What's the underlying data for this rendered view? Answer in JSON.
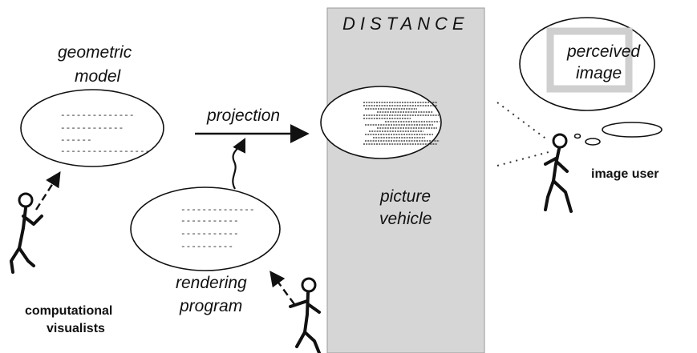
{
  "diagram": {
    "distance_label": "DISTANCE",
    "geometric_model": {
      "line1": "geometric",
      "line2": "model"
    },
    "projection_label": "projection",
    "picture_vehicle": {
      "line1": "picture",
      "line2": "vehicle"
    },
    "perceived_image": {
      "line1": "perceived",
      "line2": "image"
    },
    "image_user_label": "image user",
    "rendering_program": {
      "line1": "rendering",
      "line2": "program"
    },
    "computational_visualists": {
      "line1": "computational",
      "line2": "visualists"
    },
    "model_code_lines": [
      "--------------",
      "------------",
      "------",
      "-----------------"
    ],
    "program_code_lines": [
      "--------------",
      "-----------",
      "-----------",
      "----------"
    ],
    "colors": {
      "distance_band": "#d6d6d6",
      "perceived_frame": "#cfcfcf",
      "ink": "#111111"
    }
  }
}
